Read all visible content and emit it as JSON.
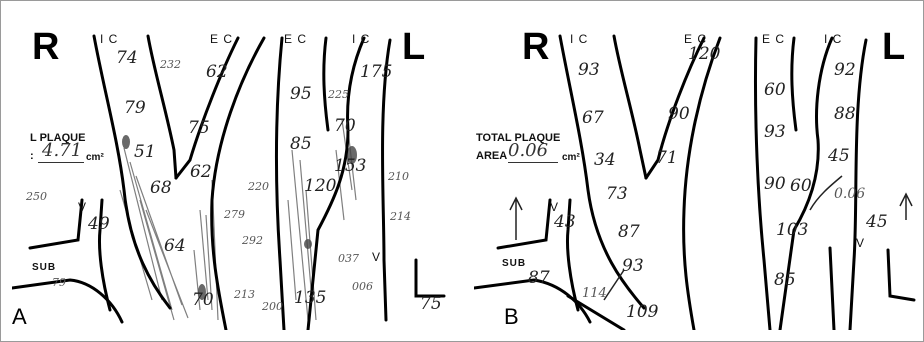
{
  "panels": [
    {
      "id": "A",
      "panel_letter": "A",
      "right_label": "R",
      "left_label": "L",
      "vessel_labels": {
        "ic_1": "I C",
        "ec_1": "E C",
        "ec_2": "E C",
        "ic_2": "I C",
        "v_1": "V",
        "v_2": "V",
        "sub": "SUB"
      },
      "plaque": {
        "line1": "L PLAQUE",
        "line2": ":",
        "value": "4.71",
        "unit": "cm²"
      },
      "measurements": [
        "74",
        "79",
        "51",
        "68",
        "64",
        "70",
        "62",
        "75",
        "62",
        "49",
        "79",
        "95",
        "85",
        "120",
        "153",
        "70",
        "135",
        "175",
        "75"
      ],
      "faint_marks": [
        "232",
        "220",
        "279",
        "292",
        "213",
        "037",
        "250",
        "210",
        "214",
        "006",
        "200",
        "225"
      ]
    },
    {
      "id": "B",
      "panel_letter": "B",
      "right_label": "R",
      "left_label": "L",
      "vessel_labels": {
        "ic_1": "I C",
        "ec_1": "E C",
        "ec_2": "E C",
        "ic_2": "I C",
        "v_1": "V",
        "v_2": "V",
        "sub": "SUB"
      },
      "plaque": {
        "line1": "TOTAL PLAQUE",
        "line2": "AREA",
        "value": "0.06",
        "unit": "cm²"
      },
      "measurements": [
        "93",
        "67",
        "34",
        "73",
        "87",
        "93",
        "109",
        "120",
        "90",
        "71",
        "43",
        "87",
        "60",
        "93",
        "90",
        "60",
        "103",
        "85",
        "92",
        "88",
        "45",
        "0.06",
        "45",
        "114"
      ],
      "faint_marks": []
    }
  ]
}
